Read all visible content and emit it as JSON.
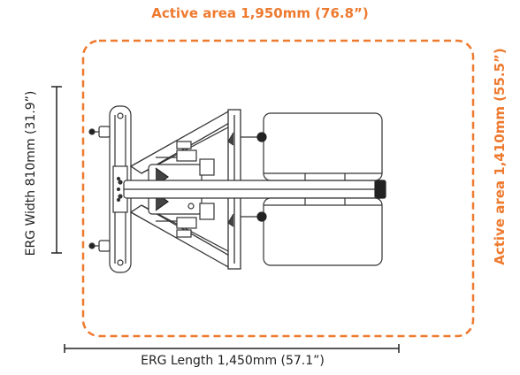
{
  "labels": {
    "active_length": "Active area 1,950mm (76.8”)",
    "active_width": "Active area 1,410mm (55.5”)",
    "erg_width": "ERG Width 810mm (31.9”)",
    "erg_length": "ERG Length 1,450mm (57.1”)"
  },
  "colors": {
    "accent": "#ee7a2f",
    "line": "#222222"
  }
}
